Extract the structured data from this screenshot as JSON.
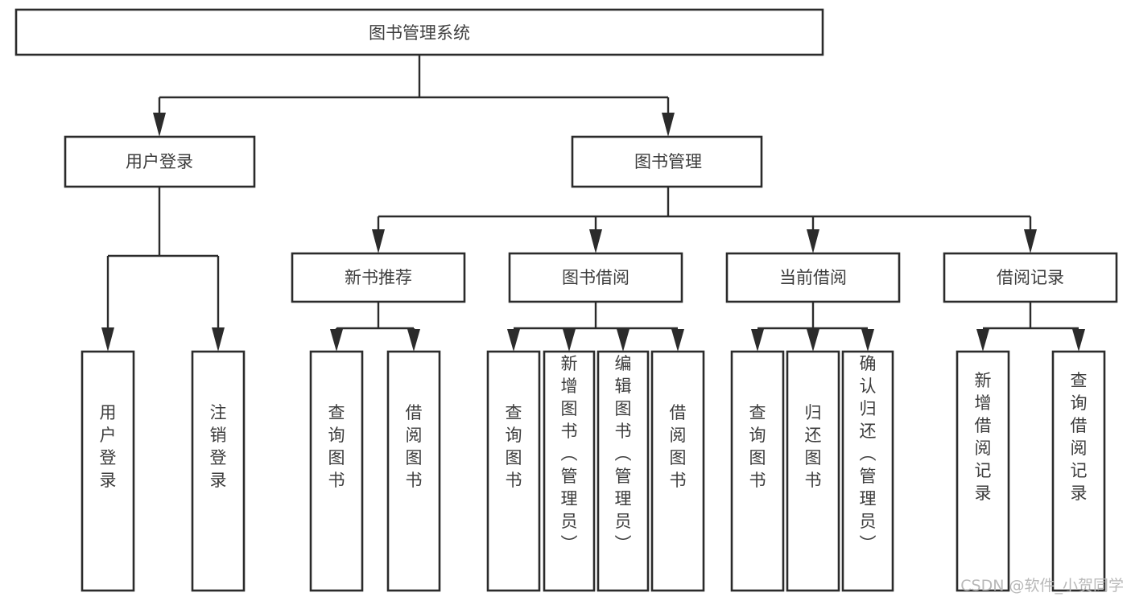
{
  "diagram": {
    "type": "tree-hierarchy-diagram",
    "orientation": "top-down",
    "background_color": "#ffffff",
    "box_stroke_color": "#2b2b2b",
    "box_fill_color": "#ffffff",
    "text_color": "#3d3d3d",
    "root": {
      "id": "root",
      "label": "图书管理系统"
    },
    "level2": [
      {
        "id": "user-login",
        "label": "用户登录"
      },
      {
        "id": "book-management",
        "label": "图书管理"
      }
    ],
    "level3": [
      {
        "id": "new-book-recommend",
        "label": "新书推荐",
        "parent": "book-management"
      },
      {
        "id": "book-borrow",
        "label": "图书借阅",
        "parent": "book-management"
      },
      {
        "id": "current-borrow",
        "label": "当前借阅",
        "parent": "book-management"
      },
      {
        "id": "borrow-record",
        "label": "借阅记录",
        "parent": "book-management"
      }
    ],
    "leaves": {
      "user-login": [
        {
          "id": "leaf-user-login",
          "label": "用户登录"
        },
        {
          "id": "leaf-user-logout",
          "label": "注销登录"
        }
      ],
      "new-book-recommend": [
        {
          "id": "leaf-query-book-1",
          "label": "查询图书"
        },
        {
          "id": "leaf-borrow-book-1",
          "label": "借阅图书"
        }
      ],
      "book-borrow": [
        {
          "id": "leaf-query-book-2",
          "label": "查询图书"
        },
        {
          "id": "leaf-add-book",
          "label": "新增图书（管理员）"
        },
        {
          "id": "leaf-edit-book",
          "label": "编辑图书（管理员）"
        },
        {
          "id": "leaf-borrow-book-2",
          "label": "借阅图书"
        }
      ],
      "current-borrow": [
        {
          "id": "leaf-query-book-3",
          "label": "查询图书"
        },
        {
          "id": "leaf-return-book",
          "label": "归还图书"
        },
        {
          "id": "leaf-confirm-return",
          "label": "确认归还（管理员）"
        }
      ],
      "borrow-record": [
        {
          "id": "leaf-add-record",
          "label": "新增借阅记录"
        },
        {
          "id": "leaf-query-record",
          "label": "查询借阅记录"
        }
      ]
    }
  },
  "watermark": {
    "text": "CSDN @软件_小贺同学",
    "color": "#b9b9b9"
  }
}
